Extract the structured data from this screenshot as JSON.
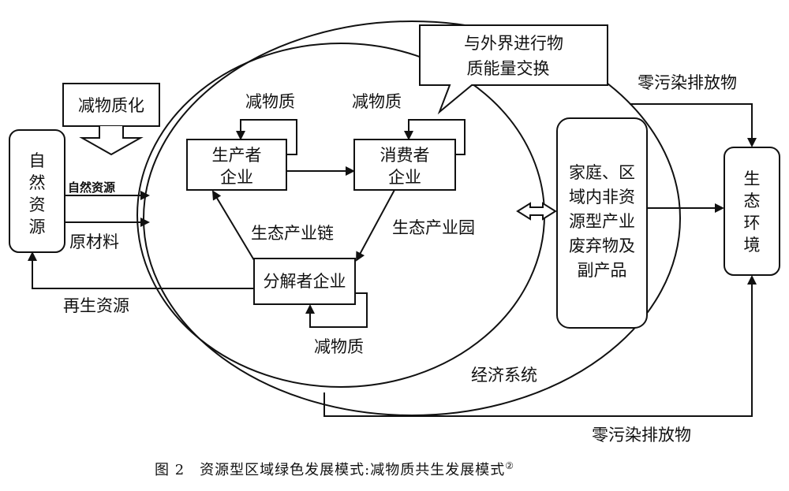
{
  "nodes": {
    "natural_resources": [
      "自",
      "然",
      "资",
      "源"
    ],
    "producer": [
      "生产者",
      "企业"
    ],
    "consumer": [
      "消费者",
      "企业"
    ],
    "decomposer": "分解者企业",
    "household_waste": [
      "家庭、区",
      "域内非资",
      "源型产业",
      "废弃物及",
      "副产品"
    ],
    "eco_environment": [
      "生",
      "态",
      "环",
      "境"
    ],
    "exchange_callout": [
      "与外界进行物",
      "质能量交换"
    ],
    "dematerialization": "减物质化"
  },
  "labels": {
    "reduce_producer": "减物质",
    "reduce_consumer": "减物质",
    "reduce_decomposer": "减物质",
    "natural_resources_flow": "自然资源",
    "raw_materials": "原材料",
    "renewable_resources": "再生资源",
    "eco_industrial_chain": "生态产业链",
    "eco_industrial_park": "生态产业园",
    "economic_system": "经济系统",
    "zero_pollution_top": "零污染排放物",
    "zero_pollution_bottom": "零污染排放物"
  },
  "caption": {
    "text": "图 2　资源型区域绿色发展模式:减物质共生发展模式",
    "footnote_mark": "②"
  }
}
